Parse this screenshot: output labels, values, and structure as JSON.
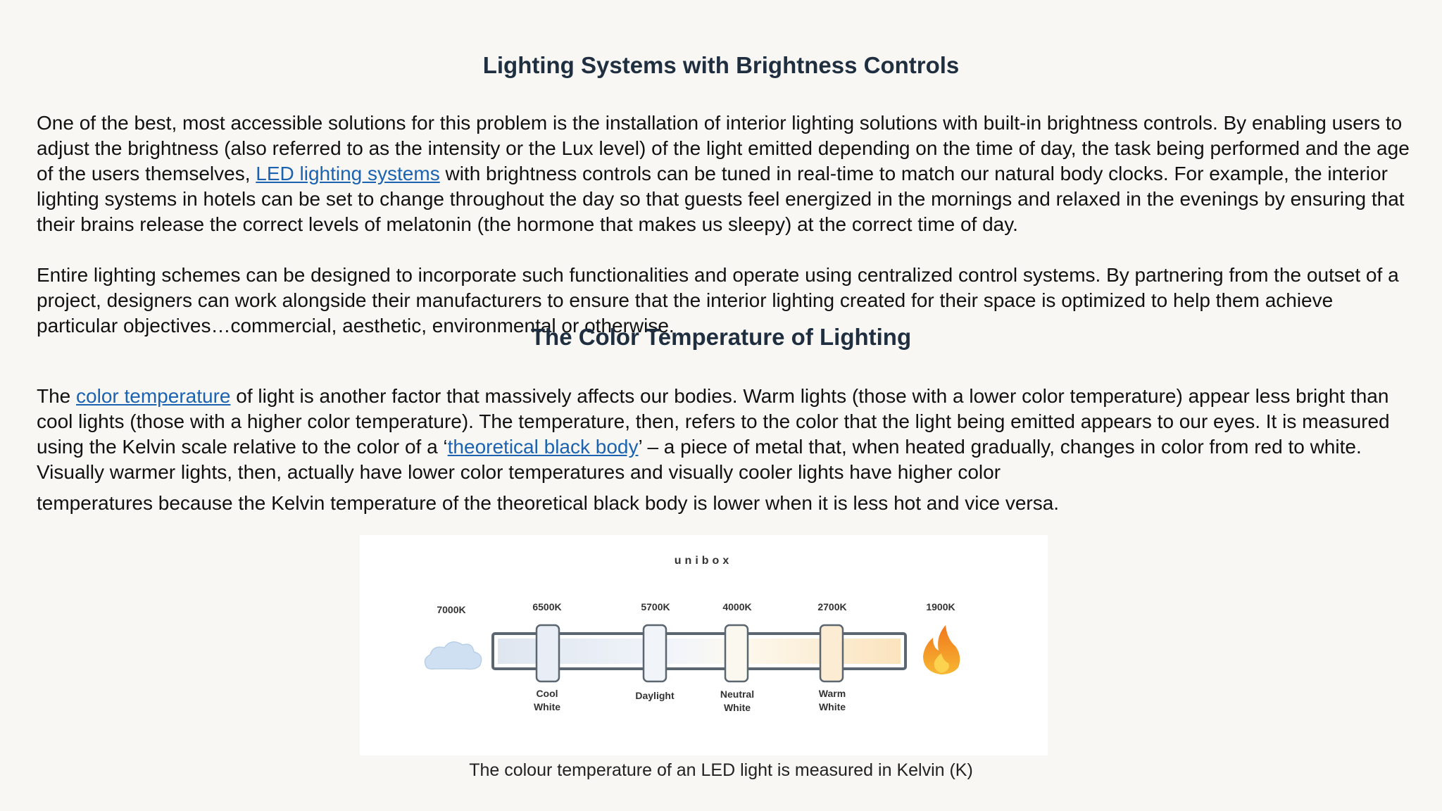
{
  "section1": {
    "title": "Lighting Systems with Brightness Controls",
    "p1_before": "One of the best, most accessible solutions for this problem is the installation of interior lighting solutions with built-in brightness controls. By enabling users to adjust the brightness (also referred to as the intensity or the Lux level) of the light emitted depending on the time of day, the task being performed and the age of the users themselves, ",
    "p1_link": "LED lighting systems",
    "p1_after": " with brightness controls can be tuned in real-time to match our natural body clocks. For example, the interior lighting systems in hotels can be set to change throughout the day so that guests feel energized in the mornings and relaxed in the evenings by ensuring that their brains release the correct levels of melatonin (the hormone that makes us sleepy) at the correct time of day.",
    "p2": "Entire lighting schemes can be designed to incorporate such functionalities and operate using centralized control systems. By partnering from the outset of a project, designers can work alongside their manufacturers to ensure that the interior lighting created for their space is optimized to help them achieve particular objectives…commercial, aesthetic, environmental or otherwise."
  },
  "section2": {
    "title": "The Color Temperature of Lighting",
    "p_start": "The ",
    "link1": "color temperature",
    "p_mid1": " of light is another factor that massively affects our bodies. Warm lights (those with a lower color temperature) appear less bright than cool lights (those with a higher color temperature). The temperature, then, refers to the color that the light being emitted appears to our eyes. It is measured using the Kelvin scale relative to the color of a ‘",
    "link2": "theoretical black body",
    "p_mid2": "’ – a piece of metal that, when heated gradually, changes in color from red to white. Visually warmer lights, then, actually have lower color temperatures and visually cooler lights have higher color ",
    "p_end": "temperatures because the Kelvin temperature of the theoretical black body is lower when it is less hot and vice versa."
  },
  "figure": {
    "brand": "unibox",
    "caption": "The colour temperature of an LED light is measured in Kelvin (K)",
    "temps": [
      "7000K",
      "6500K",
      "5700K",
      "4000K",
      "2700K",
      "1900K"
    ],
    "labels": [
      {
        "line1": "Cool",
        "line2": "White"
      },
      {
        "line1": "Daylight",
        "line2": ""
      },
      {
        "line1": "Neutral",
        "line2": "White"
      },
      {
        "line1": "Warm",
        "line2": "White"
      }
    ],
    "colors": {
      "cool": "#e6ecf5",
      "warm": "#fbe5c2",
      "frame": "#5b6670",
      "flame": "#f39a2b"
    },
    "icons": [
      "cloud-icon",
      "flame-icon"
    ]
  }
}
